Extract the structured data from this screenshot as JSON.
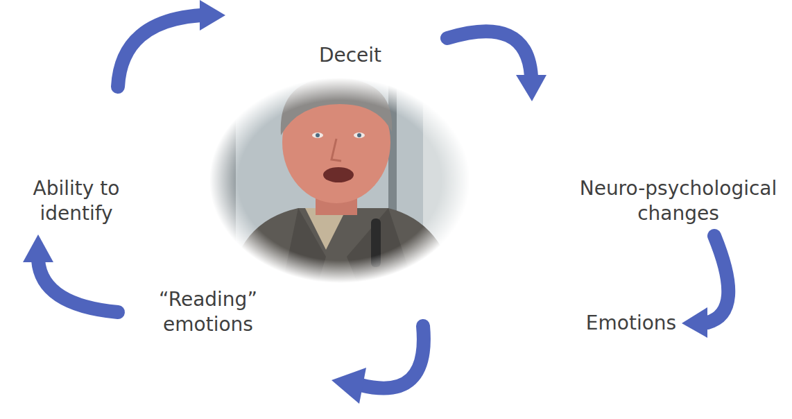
{
  "diagram": {
    "labels": [
      "Deceit",
      "Neuro-psychological changes",
      "Emotions",
      "“Reading” emotions",
      "Ability to identify"
    ]
  }
}
